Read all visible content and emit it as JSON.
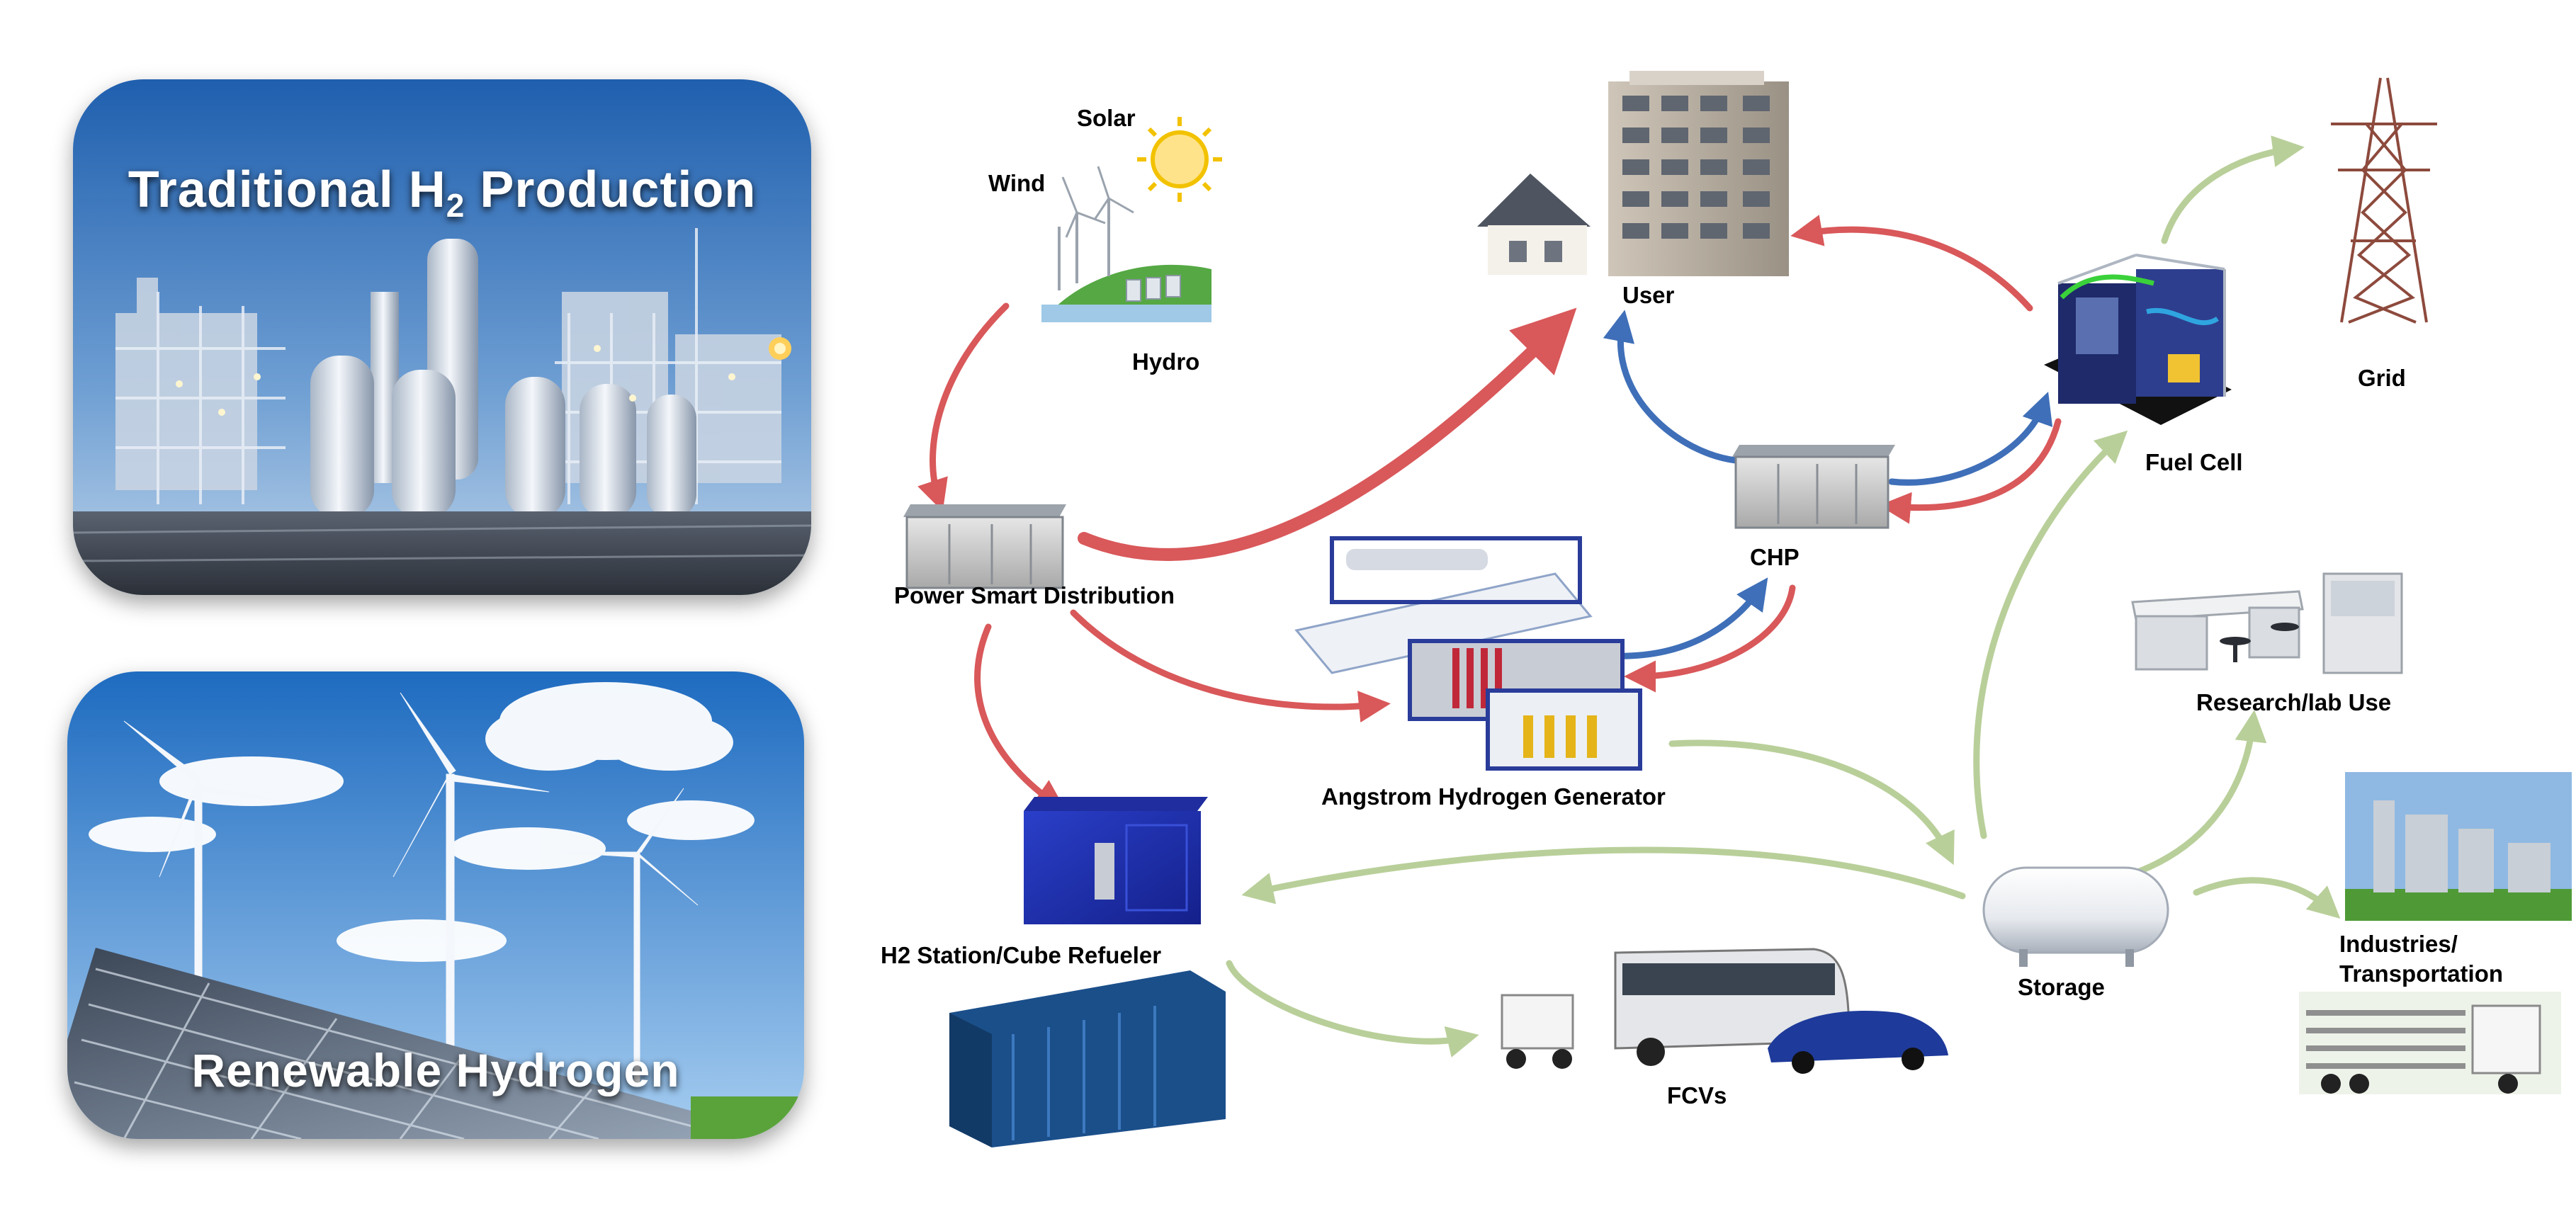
{
  "panels": {
    "traditional": {
      "title_main": "Traditional H",
      "title_sub": "2",
      "title_end": " Production"
    },
    "renewable": {
      "title": "Renewable Hydrogen"
    }
  },
  "labels": {
    "solar": "Solar",
    "wind": "Wind",
    "hydro": "Hydro",
    "user": "User",
    "grid": "Grid",
    "fuel_cell": "Fuel Cell",
    "power_smart": "Power Smart Distribution",
    "chp": "CHP",
    "angstrom": "Angstrom Hydrogen Generator",
    "research": "Research/lab Use",
    "h2_station": "H2 Station/Cube Refueler",
    "storage": "Storage",
    "industries_1": "Industries/",
    "industries_2": "Transportation",
    "fcvs": "FCVs"
  },
  "colors": {
    "red_arrow": "#d9585a",
    "blue_arrow": "#3f6fb8",
    "green_arrow": "#b9cf9a",
    "sky_top": "#2f74c0",
    "sky_bottom": "#9cc6ec"
  }
}
